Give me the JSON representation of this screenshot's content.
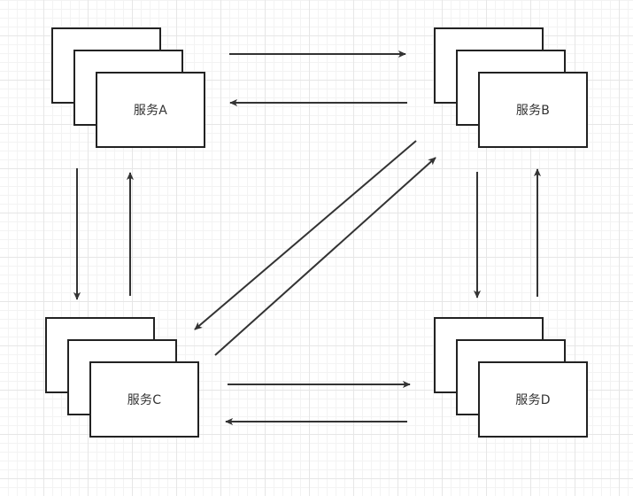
{
  "services": [
    {
      "id": "A",
      "label": "服务A"
    },
    {
      "id": "B",
      "label": "服务B"
    },
    {
      "id": "C",
      "label": "服务C"
    },
    {
      "id": "D",
      "label": "服务D"
    }
  ],
  "connections": [
    {
      "from": "A",
      "to": "B"
    },
    {
      "from": "B",
      "to": "A"
    },
    {
      "from": "A",
      "to": "C"
    },
    {
      "from": "C",
      "to": "A"
    },
    {
      "from": "B",
      "to": "D"
    },
    {
      "from": "D",
      "to": "B"
    },
    {
      "from": "C",
      "to": "D"
    },
    {
      "from": "D",
      "to": "C"
    },
    {
      "from": "B",
      "to": "C"
    },
    {
      "from": "C",
      "to": "B"
    }
  ],
  "colors": {
    "stroke": "#333333",
    "grid": "#e6e6e6",
    "background": "#ffffff"
  }
}
